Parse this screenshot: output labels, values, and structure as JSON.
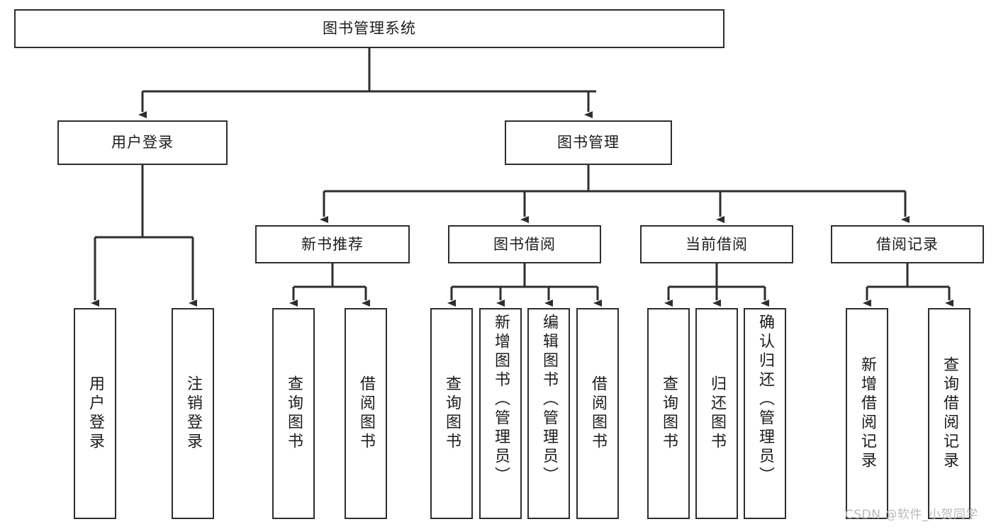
{
  "diagram": {
    "title": "图书管理系统",
    "type": "tree-hierarchy-chart",
    "root": {
      "label": "图书管理系统"
    },
    "level1": [
      {
        "label": "用户登录"
      },
      {
        "label": "图书管理"
      }
    ],
    "level2": [
      {
        "label": "新书推荐"
      },
      {
        "label": "图书借阅"
      },
      {
        "label": "当前借阅"
      },
      {
        "label": "借阅记录"
      }
    ],
    "leaves": {
      "user_login": [
        {
          "label": "用户登录"
        },
        {
          "label": "注销登录"
        }
      ],
      "new_book_recommend": [
        {
          "label": "查询图书"
        },
        {
          "label": "借阅图书"
        }
      ],
      "book_borrow": [
        {
          "label": "查询图书"
        },
        {
          "label": "新增图书（管理员）"
        },
        {
          "label": "编辑图书（管理员）"
        },
        {
          "label": "借阅图书"
        }
      ],
      "current_borrow": [
        {
          "label": "查询图书"
        },
        {
          "label": "归还图书"
        },
        {
          "label": "确认归还（管理员）"
        }
      ],
      "borrow_record": [
        {
          "label": "新增借阅记录"
        },
        {
          "label": "查询借阅记录"
        }
      ]
    }
  },
  "watermark": {
    "text": "CSDN @软件_小贺同学"
  },
  "colors": {
    "stroke": "#2e2e2e",
    "background": "#ffffff",
    "text": "#1c1c1c",
    "watermark": "#b9b9b9"
  }
}
